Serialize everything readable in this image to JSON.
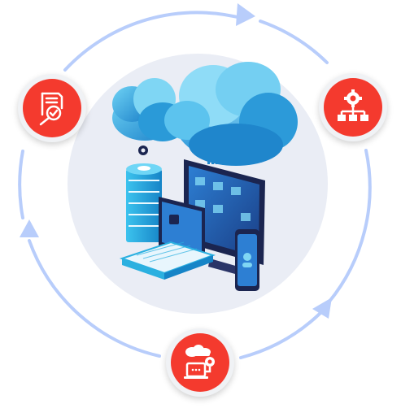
{
  "colors": {
    "ring": "#b8cdfb",
    "center_disc": "#eaedf5",
    "accent_red": "#f43a2e",
    "node_border": "#eef0f4",
    "cloud_light": "#7fd6f4",
    "cloud_dark": "#1f8fd6",
    "device_dark": "#1b2550",
    "server_teal": "#2bb0e0"
  },
  "nodes": [
    {
      "id": "audit",
      "icon": "document-magnifier-check-icon"
    },
    {
      "id": "config",
      "icon": "gear-network-icon"
    },
    {
      "id": "cloud-device",
      "icon": "cloud-gear-laptop-icon"
    }
  ],
  "center": {
    "icon": "cloud-infrastructure-illustration"
  }
}
